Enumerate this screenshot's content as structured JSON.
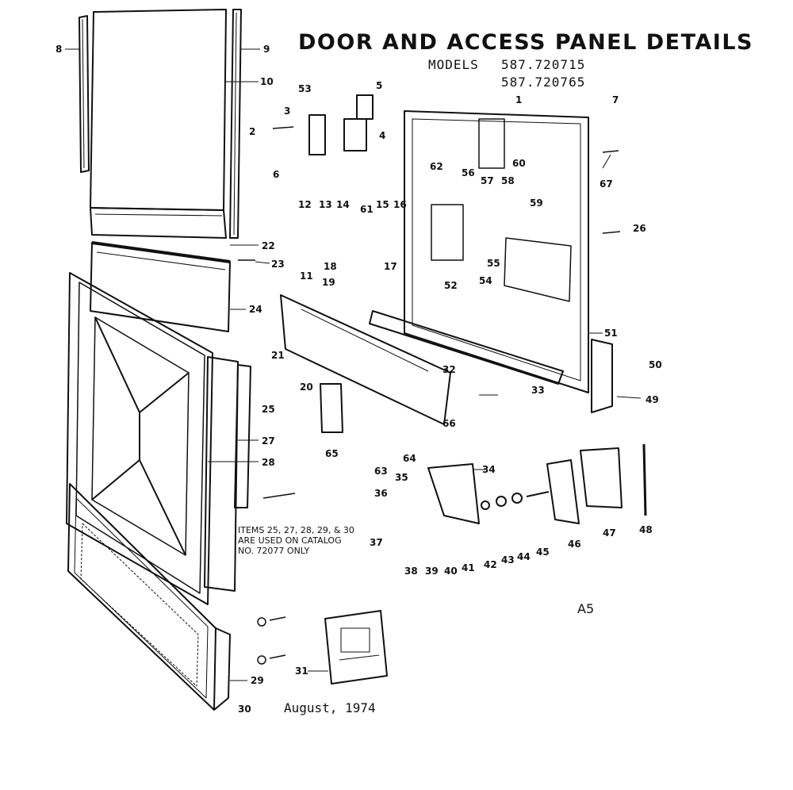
{
  "title": "DOOR AND ACCESS PANEL DETAILS",
  "models_label": "MODELS",
  "models": [
    "587.720715",
    "587.720765"
  ],
  "note": [
    "ITEMS 25, 27, 28, 29, & 30",
    "ARE USED ON CATALOG",
    "NO. 72077 ONLY"
  ],
  "date": "August, 1974",
  "sheet": "A5",
  "callouts": [
    "1",
    "2",
    "3",
    "4",
    "5",
    "6",
    "7",
    "8",
    "9",
    "10",
    "11",
    "12",
    "13",
    "14",
    "15",
    "16",
    "17",
    "18",
    "19",
    "20",
    "21",
    "22",
    "23",
    "24",
    "25",
    "26",
    "27",
    "28",
    "29",
    "30",
    "31",
    "32",
    "33",
    "34",
    "35",
    "36",
    "37",
    "38",
    "39",
    "40",
    "41",
    "42",
    "43",
    "44",
    "45",
    "46",
    "47",
    "48",
    "49",
    "50",
    "51",
    "52",
    "53",
    "54",
    "55",
    "56",
    "57",
    "58",
    "59",
    "60",
    "61",
    "62",
    "63",
    "64",
    "65",
    "66",
    "67"
  ]
}
